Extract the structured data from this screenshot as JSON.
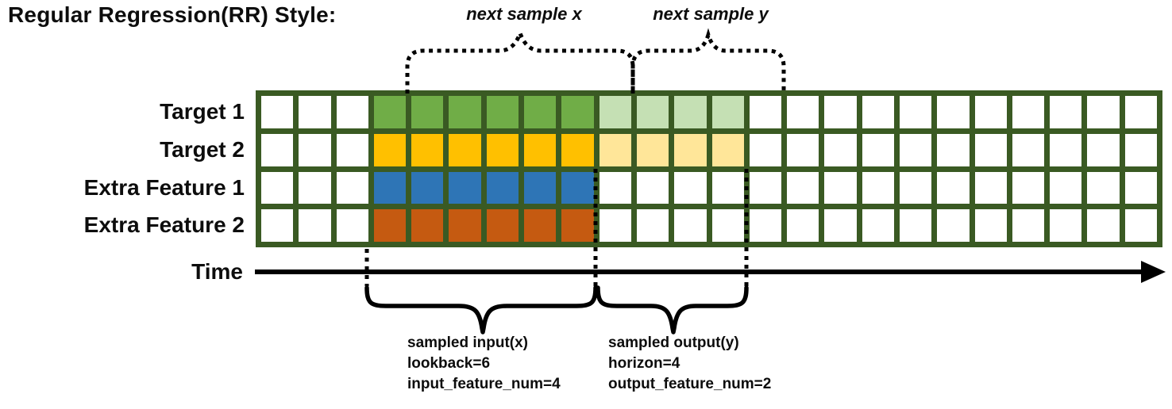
{
  "title": "Regular Regression(RR) Style:",
  "row_labels": [
    "Target 1",
    "Target 2",
    "Extra Feature 1",
    "Extra Feature 2"
  ],
  "time_label": "Time",
  "annotations": {
    "next_sample_x": "next sample x",
    "next_sample_y": "next sample y"
  },
  "input_block": {
    "line1": "sampled input(x)",
    "line2": "lookback=6",
    "line3": "input_feature_num=4"
  },
  "output_block": {
    "line1": "sampled output(y)",
    "line2": "horizon=4",
    "line3": "output_feature_num=2"
  },
  "grid": {
    "columns": 24,
    "rows": 4,
    "input_cols": {
      "start": 4,
      "end": 9
    },
    "output_cols": {
      "start": 10,
      "end": 13
    },
    "lookback": 6,
    "horizon": 4,
    "input_feature_num": 4,
    "output_feature_num": 2,
    "colors": {
      "border": "#3A5A23",
      "input_rows": [
        "#70AD47",
        "#FFC000",
        "#2E75B6",
        "#C55A11"
      ],
      "output_rows": [
        "#C5E0B4",
        "#FFE699",
        null,
        null
      ],
      "empty": "#FFFFFF",
      "annotation": "#000000"
    }
  }
}
